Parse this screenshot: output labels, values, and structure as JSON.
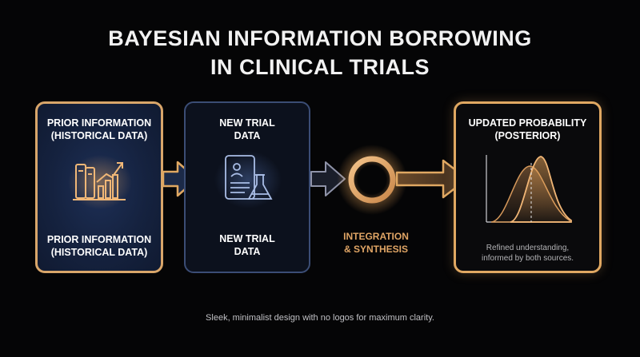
{
  "title": {
    "line1": "BAYESIAN INFORMATION BORROWING",
    "line2": "IN CLINICAL TRIALS"
  },
  "prior_panel": {
    "top_label": [
      "PRIOR INFORMATION",
      "(HISTORICAL DATA)"
    ],
    "bottom_label": [
      "PRIOR INFORMATION",
      "(HISTORICAL DATA)"
    ],
    "icon": "books-chart-icon"
  },
  "new_trial_panel": {
    "top_label": [
      "NEW TRIAL",
      "DATA"
    ],
    "bottom_label": [
      "NEW TRIAL",
      "DATA"
    ],
    "icon": "tablet-flask-icon"
  },
  "integration": {
    "label": [
      "INTEGRATION",
      "& SYNTHESIS"
    ],
    "icon": "ring-icon"
  },
  "posterior_panel": {
    "top_label": [
      "UPDATED PROBABILITY",
      "(POSTERIOR)"
    ],
    "note": [
      "Refined understanding,",
      "informed by both sources."
    ],
    "icon": "distribution-curves-icon"
  },
  "footer": "Sleek, minimalist design with no logos for maximum clarity.",
  "colors": {
    "background": "#050506",
    "accent_orange": "#e0a862",
    "panel_navy": "#15223f",
    "panel_border_blue": "#3b4d75"
  }
}
